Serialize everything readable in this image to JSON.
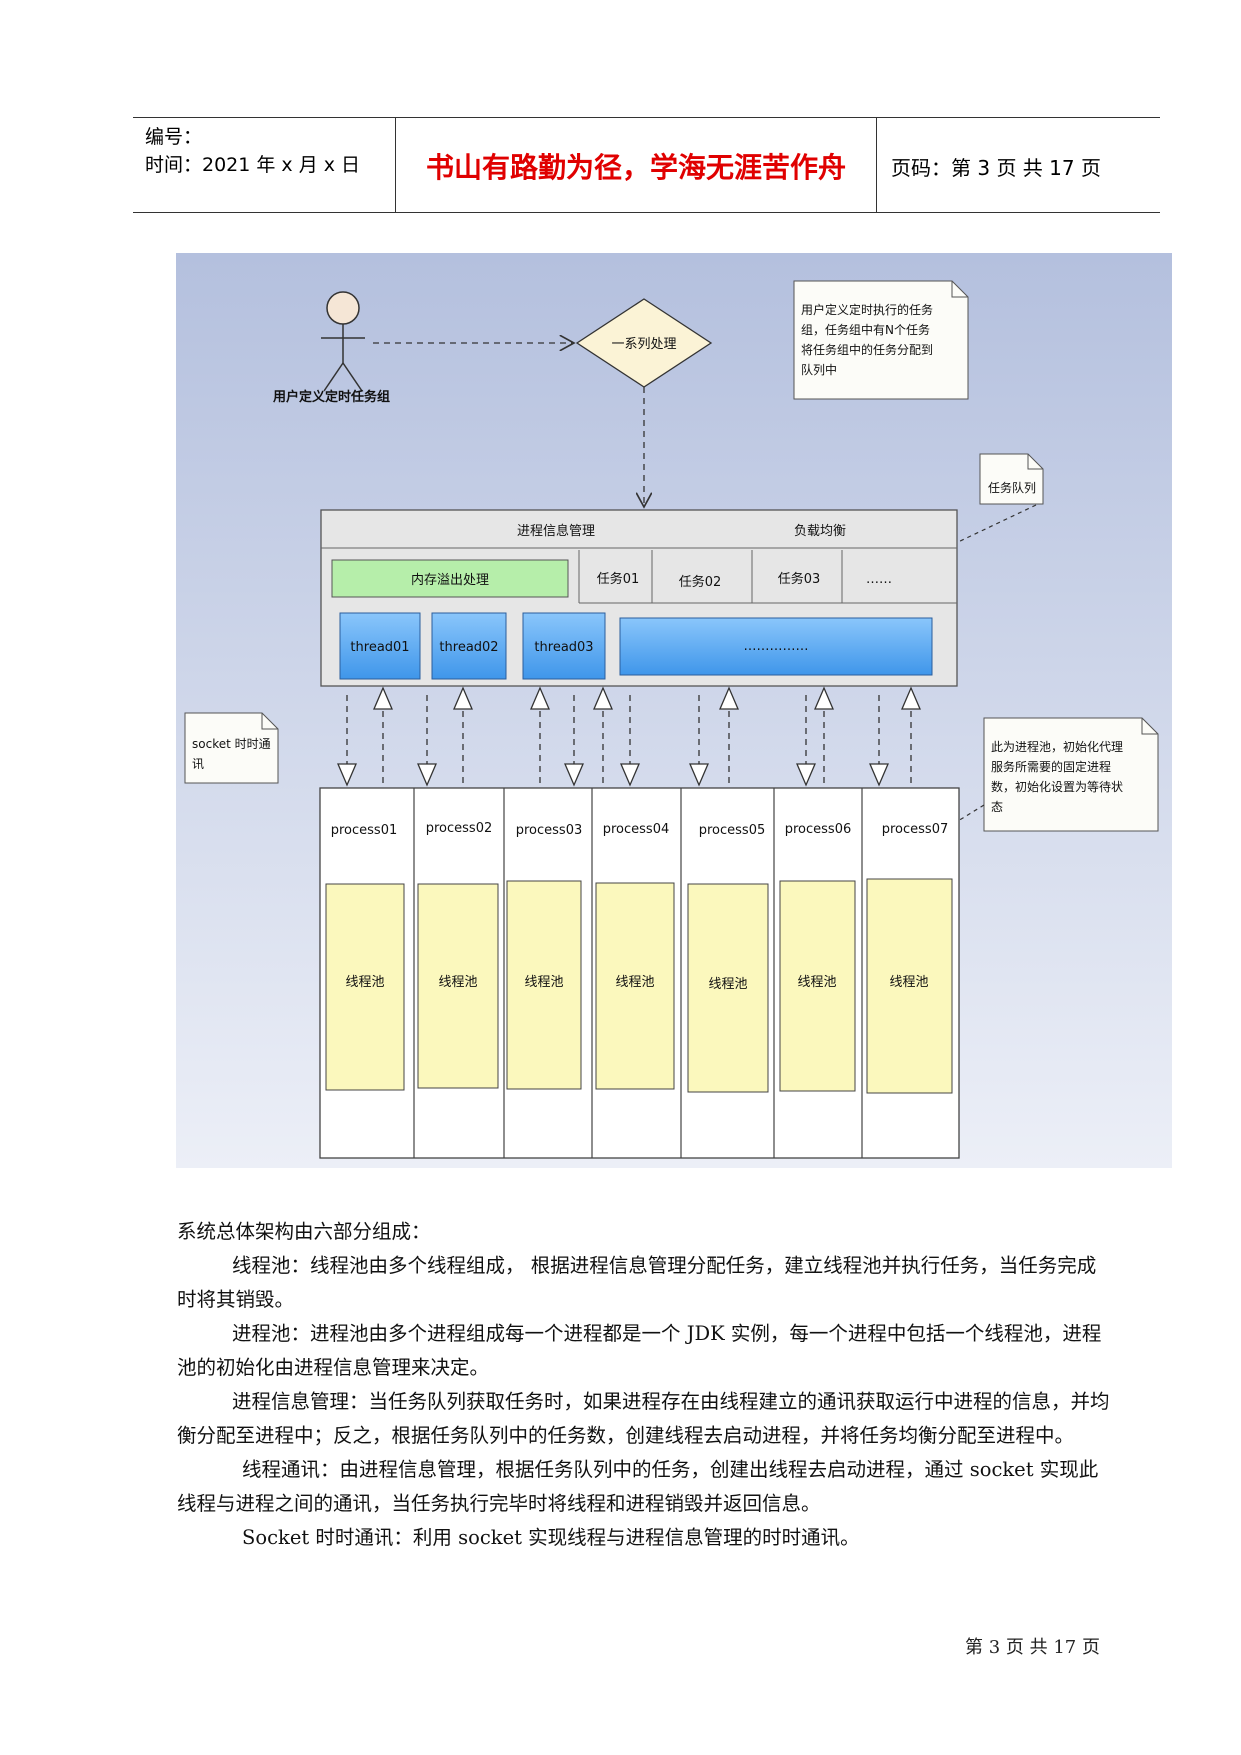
{
  "header": {
    "number_label": "编号：",
    "time_label": "时间：2021 年 x 月 x 日",
    "motto": "书山有路勤为径，学海无涯苦作舟",
    "page_label": "页码：第 3 页  共 17 页"
  },
  "diagram": {
    "actor_label": "用户定义定时任务组",
    "decision_label": "一系列处理",
    "note_top": [
      "用户定义定时执行的任务",
      "组，任务组中有N个任务",
      "将任务组中的任务分配到",
      "队列中"
    ],
    "note_queue": "任务队列",
    "note_socket": [
      "socket 时时通",
      "讯"
    ],
    "note_pool": [
      "此为进程池，初始化代理",
      "服务所需要的固定进程",
      "数，初始化设置为等待状",
      "态"
    ],
    "container": {
      "header_left": "进程信息管理",
      "header_right": "负载均衡",
      "memory_box": "内存溢出处理",
      "tasks": [
        "任务01",
        "任务02",
        "任务03",
        "……"
      ],
      "threads": [
        "thread01",
        "thread02",
        "thread03"
      ],
      "thread_more": "……………"
    },
    "processes": [
      "process01",
      "process02",
      "process03",
      "process04",
      "process05",
      "process06",
      "process07"
    ],
    "pool_label": "线程池"
  },
  "body": {
    "intro": "系统总体架构由六部分组成：",
    "para1": "线程池：线程池由多个线程组成，  根据进程信息管理分配任务，建立线程池并执行任务，当任务完成时将其销毁。",
    "para2": "进程池：进程池由多个进程组成每一个进程都是一个 JDK 实例，每一个进程中包括一个线程池，进程池的初始化由进程信息管理来决定。",
    "para3": "进程信息管理：当任务队列获取任务时，如果进程存在由线程建立的通讯获取运行中进程的信息，并均衡分配至进程中；反之，根据任务队列中的任务数，创建线程去启动进程，并将任务均衡分配至进程中。",
    "para4": "线程通讯：由进程信息管理，根据任务队列中的任务，创建出线程去启动进程，通过 socket 实现此线程与进程之间的通讯，当任务执行完毕时将线程和进程销毁并返回信息。",
    "para5": "Socket 时时通讯：利用 socket 实现线程与进程信息管理的时时通讯。"
  },
  "footer": "第 3 页 共 17 页"
}
